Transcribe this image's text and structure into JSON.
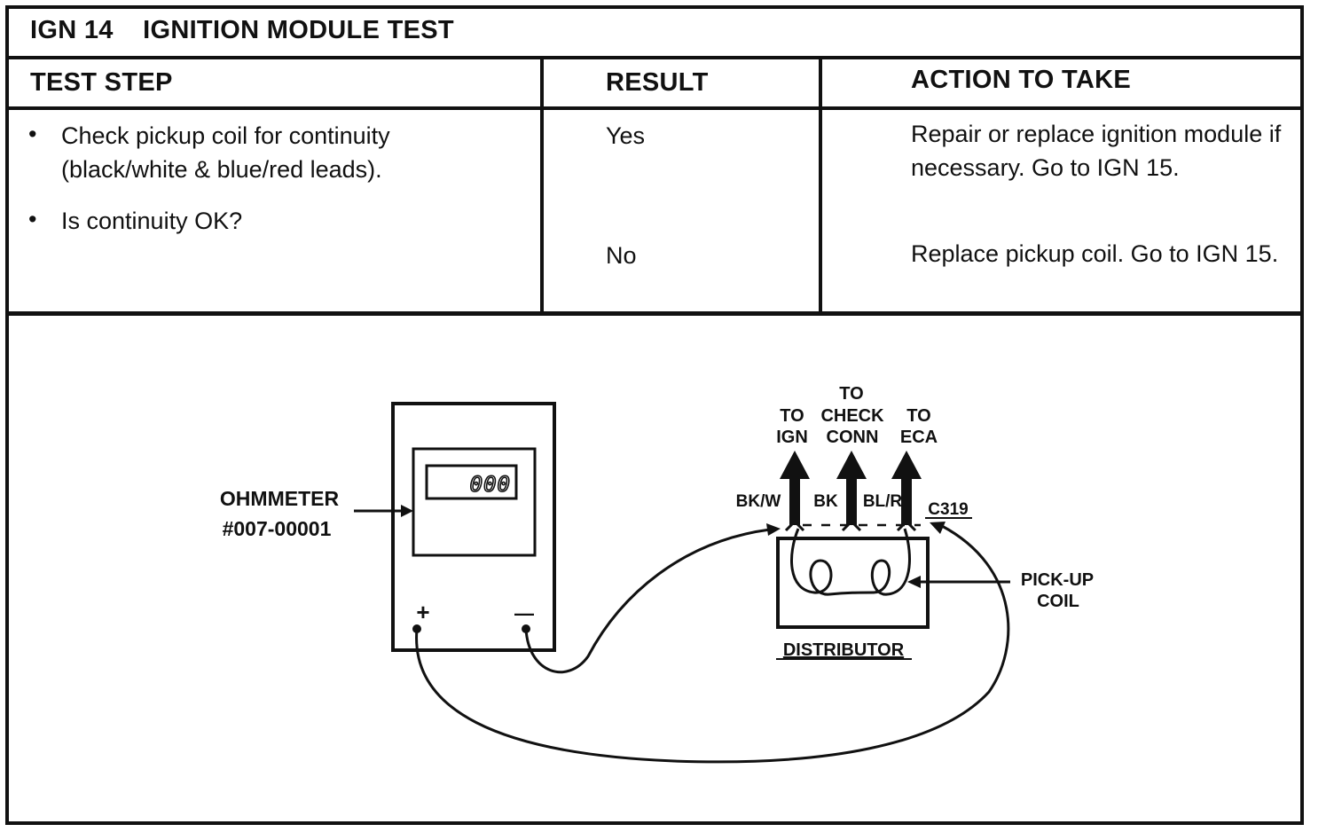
{
  "header": {
    "code": "IGN 14",
    "title": "IGNITION MODULE TEST"
  },
  "columns": {
    "test_step": "TEST STEP",
    "result": "RESULT",
    "action": "ACTION TO TAKE"
  },
  "test_steps": [
    "Check pickup coil for continuity (black/white & blue/red leads).",
    "Is continuity OK?"
  ],
  "results": [
    {
      "result": "Yes",
      "action": "Repair or replace ignition module if necessary. Go to IGN 15."
    },
    {
      "result": "No",
      "action": "Replace pickup coil. Go to IGN 15."
    }
  ],
  "diagram": {
    "meter_label_1": "OHMMETER",
    "meter_label_2": "#007-00001",
    "display": "000",
    "plus": "+",
    "minus": "—",
    "to_ign_1": "TO",
    "to_ign_2": "IGN",
    "to_check_1": "TO",
    "to_check_2": "CHECK",
    "to_check_3": "CONN",
    "to_eca_1": "TO",
    "to_eca_2": "ECA",
    "lead_bkw": "BK/W",
    "lead_bk": "BK",
    "lead_blr": "BL/R",
    "connector": "C319",
    "pickup_1": "PICK-UP",
    "pickup_2": "COIL",
    "distributor": "DISTRIBUTOR"
  }
}
